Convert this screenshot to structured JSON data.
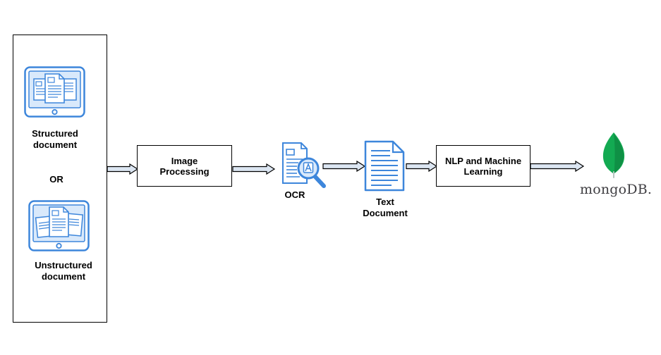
{
  "input_panel": {
    "structured_label_line1": "Structured",
    "structured_label_line2": "document",
    "or_label": "OR",
    "unstructured_label_line1": "Unstructured",
    "unstructured_label_line2": "document"
  },
  "steps": {
    "image_processing_line1": "Image",
    "image_processing_line2": "Processing",
    "ocr_label": "OCR",
    "text_document_line1": "Text",
    "text_document_line2": "Document",
    "nlp_line1": "NLP and Machine",
    "nlp_line2": "Learning"
  },
  "output": {
    "logo_text": "mongoDB."
  },
  "colors": {
    "icon_blue": "#3d86db",
    "icon_blue_light": "#d9e9fb",
    "arrow_fill": "#dce6f2",
    "mongo_green": "#13aa52",
    "mongo_dark_green": "#0d7a3b"
  }
}
